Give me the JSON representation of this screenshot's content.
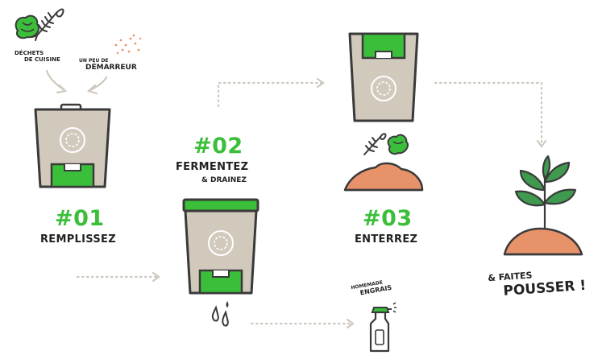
{
  "inputs": {
    "kitchen_waste_line1": "DÉCHETS",
    "kitchen_waste_line2": "DE CUISINE",
    "starter_line1": "UN PEU DE",
    "starter_line2": "DÉMARREUR"
  },
  "steps": [
    {
      "number": "#01",
      "label": "REMPLISSEZ"
    },
    {
      "number": "#02",
      "label": "FERMENTEZ",
      "sublabel": "& DRAINEZ"
    },
    {
      "number": "#03",
      "label": "ENTERREZ"
    }
  ],
  "fertilizer": {
    "line1": "HOMEMADE",
    "line2": "ENGRAIS"
  },
  "final": {
    "line1": "& FAITES",
    "line2": "POUSSER !"
  },
  "colors": {
    "green": "#3bbf3a",
    "bin_beige": "#d2c9bd",
    "outline": "#3a3a3a",
    "soil": "#e8926a",
    "arrow": "#cfc8be",
    "leaf": "#3f9a50"
  },
  "icons": [
    "fish-bone-icon",
    "lettuce-icon",
    "starter-dots-icon",
    "bin-icon",
    "water-drop-icon",
    "spray-bottle-icon",
    "soil-mound-icon",
    "sprout-icon",
    "arrow-icon"
  ]
}
